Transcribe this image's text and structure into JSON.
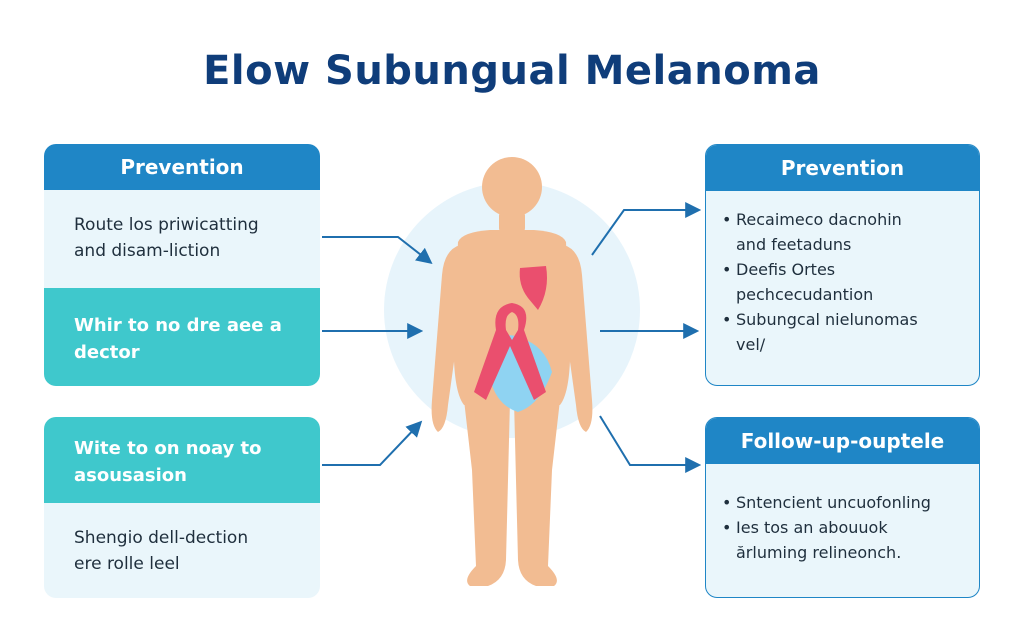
{
  "title": "Elow Subungual Melanoma",
  "left_top_box": {
    "header": "Prevention",
    "text_line1": "Route los priwicatting",
    "text_line2": "and disam-liction",
    "teal_line1": "Whir to no dre aee a",
    "teal_line2": "dector"
  },
  "left_bottom_box": {
    "teal_line1": "Wite to on noay to",
    "teal_line2": "asousasion",
    "text_line1": "Shengio dell-dection",
    "text_line2": "ere rolle leel"
  },
  "right_top_box": {
    "header": "Prevention",
    "lines": [
      "Recaimeco dacnohin",
      "and feetaduns",
      "Deefis Ortes",
      "pechcecudantion",
      "Subungcal nielunomas",
      "vel/"
    ]
  },
  "right_bottom_box": {
    "header": "Follow-up-ouptele",
    "lines": [
      "Sntencient uncuofonling",
      "Ies tos an abouuok",
      "ărluming relineonch."
    ]
  },
  "colors": {
    "title": "#0f3d7a",
    "header_blue": "#1f86c6",
    "teal": "#3fc8cc",
    "pale": "#eaf6fb",
    "skin": "#f2bc92",
    "ribbon": "#ea4f6e",
    "heart": "#ea4f6e",
    "stomach": "#8fd3f2"
  }
}
